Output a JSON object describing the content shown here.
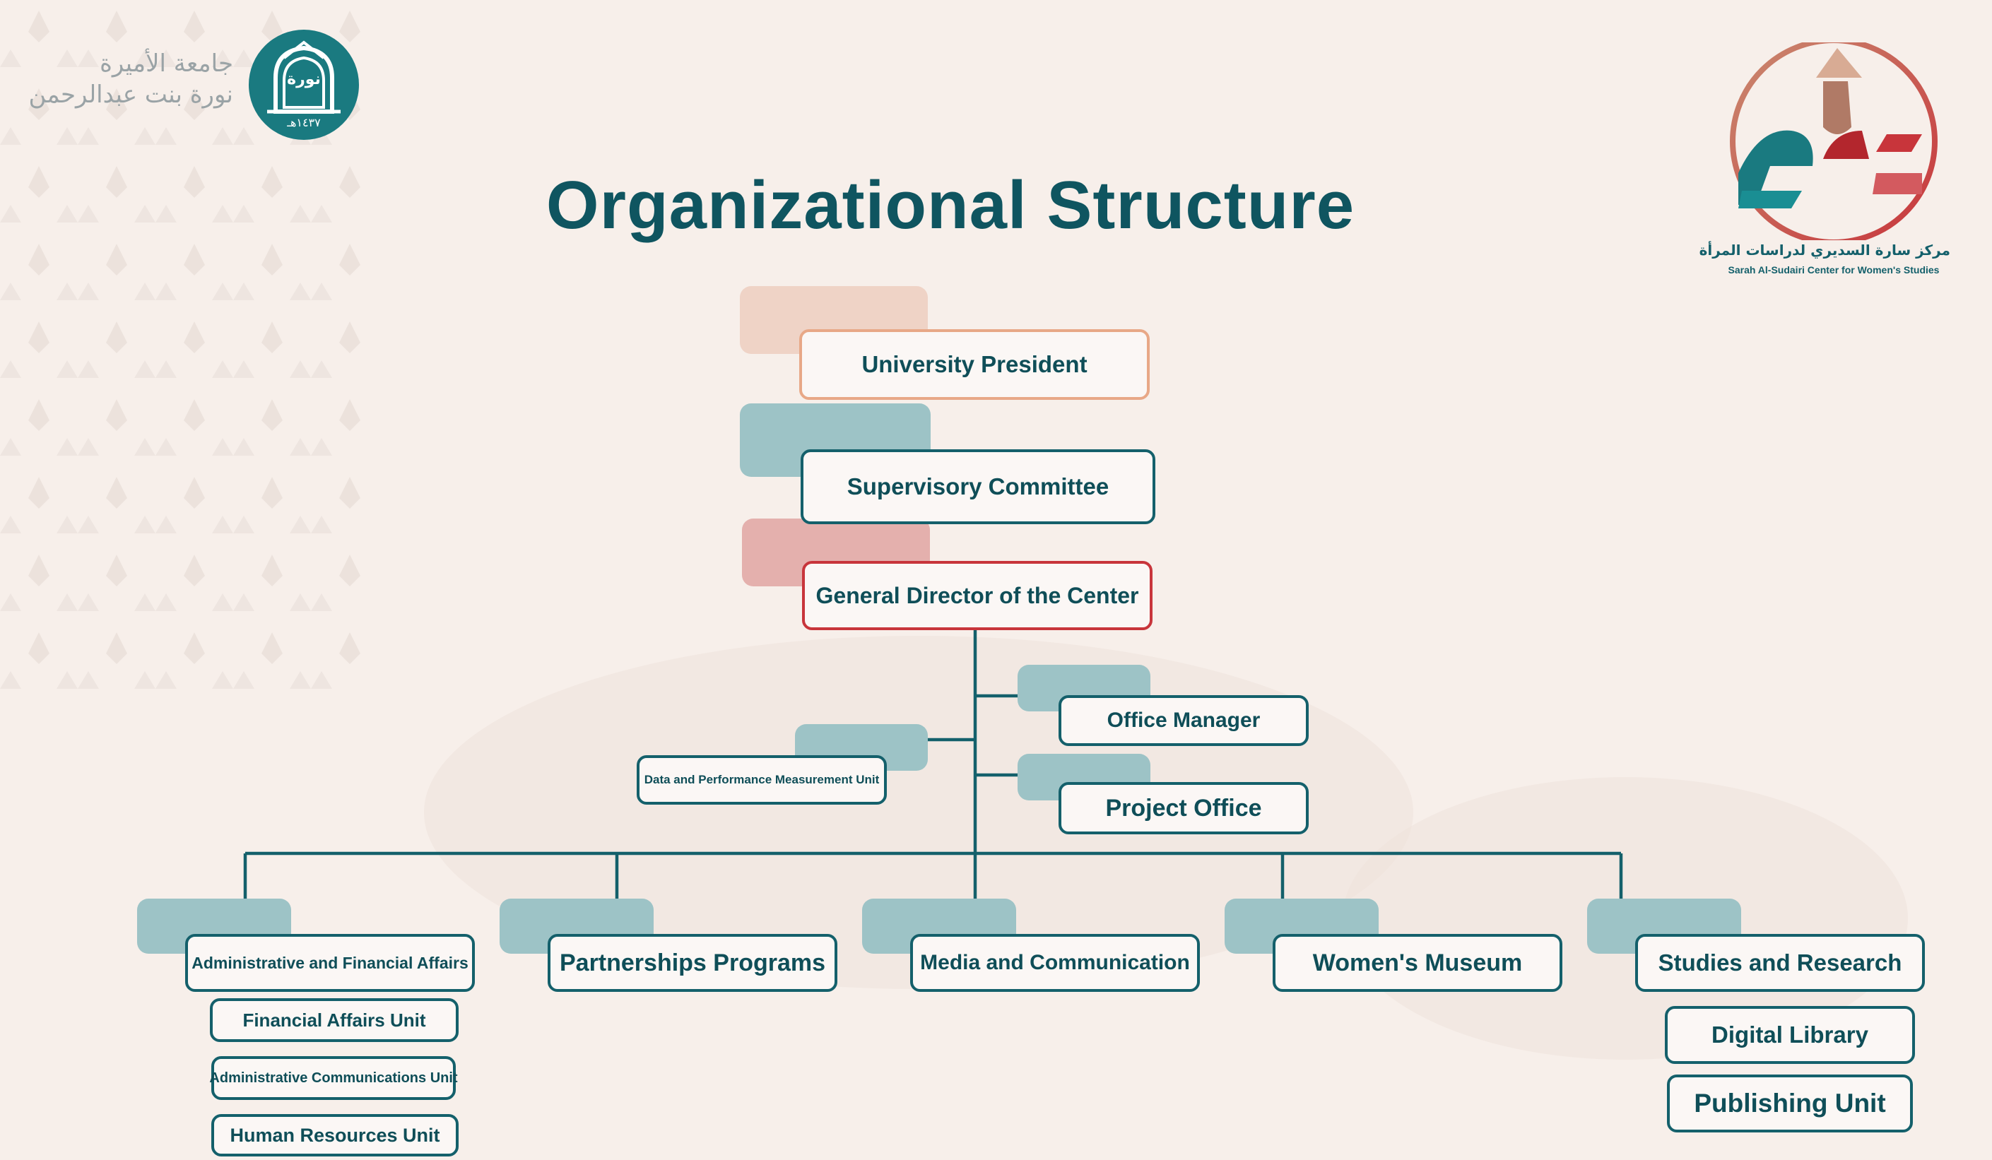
{
  "title": "Organizational Structure",
  "university": {
    "name_line1": "جامعة الأميرة",
    "name_line2": "نورة بنت عبدالرحمن",
    "emblem_text": "نورة",
    "year": "١٤٣٧هـ"
  },
  "center": {
    "name_ar": "مركز سارة السديري لدراسات المرأة",
    "name_en": "Sarah Al-Sudairi Center for Women's Studies"
  },
  "nodes": {
    "president": "University President",
    "supervisory": "Supervisory Committee",
    "director": "General Director of the Center",
    "office_manager": "Office Manager",
    "project_office": "Project Office",
    "data_unit": "Data and Performance Measurement Unit",
    "admin_finance": "Administrative and Financial Affairs",
    "financial_unit": "Financial Affairs Unit",
    "admin_comm_unit": "Administrative Communications Unit",
    "hr_unit": "Human Resources Unit",
    "partnerships": "Partnerships Programs",
    "media": "Media and Communication",
    "museum": "Women's Museum",
    "studies": "Studies and Research",
    "digital_library": "Digital Library",
    "publishing": "Publishing Unit"
  },
  "colors": {
    "teal": "#14606b",
    "title": "#0f5560",
    "orange": "#e8a887",
    "red": "#c8353b",
    "tab_teal": "#9dc3c6",
    "tab_peach": "#efd3c6",
    "tab_pink": "#e4b0ad"
  },
  "icons": [
    "university-emblem-icon",
    "center-logo-icon"
  ]
}
